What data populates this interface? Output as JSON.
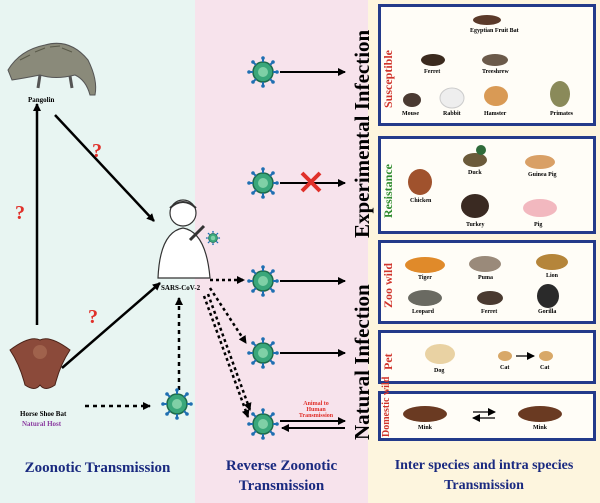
{
  "panels": {
    "left_title": "Zoonotic Transmission",
    "mid_title_line1": "Reverse Zoonotic",
    "mid_title_line2": "Transmission",
    "right_title_line1": "Inter species and intra species",
    "right_title_line2": "Transmission"
  },
  "left": {
    "pangolin_label": "Pangolin",
    "bat_label": "Horse Shoe Bat",
    "bat_sublabel": "Natural Host",
    "human_label": "SARS-CoV-2",
    "question_mark": "?"
  },
  "middle": {
    "animal_to_human_line1": "Animal to",
    "animal_to_human_line2": "Human",
    "animal_to_human_line3": "Transmission"
  },
  "side_labels": {
    "experimental": "Experimental Infection",
    "natural": "Natural Infection"
  },
  "groups": [
    {
      "label": "Susceptible",
      "color": "#d0342c",
      "animals": [
        "Egyptian Fruit Bat",
        "Ferret",
        "Treeshrew",
        "Mouse",
        "Rabbit",
        "Hamster",
        "Primates"
      ]
    },
    {
      "label": "Resistance",
      "color": "#2e8b2e",
      "animals": [
        "Duck",
        "Guinea Pig",
        "Chicken",
        "Turkey",
        "Pig"
      ]
    },
    {
      "label": "Zoo wild",
      "color": "#d0342c",
      "animals": [
        "Tiger",
        "Puma",
        "Lion",
        "Leopard",
        "Ferret",
        "Gorilla"
      ]
    },
    {
      "label": "Pet",
      "color": "#d0342c",
      "animals": [
        "Dog",
        "Cat",
        "Cat"
      ]
    },
    {
      "label": "Domestic wild",
      "color": "#d0342c",
      "animals": [
        "Mink",
        "Mink"
      ]
    }
  ],
  "colors": {
    "arrow": "#000000",
    "question": "#e0302a",
    "cross": "#e0302a",
    "virus": "#2e8b57",
    "virus_spike": "#1f6fb2"
  }
}
